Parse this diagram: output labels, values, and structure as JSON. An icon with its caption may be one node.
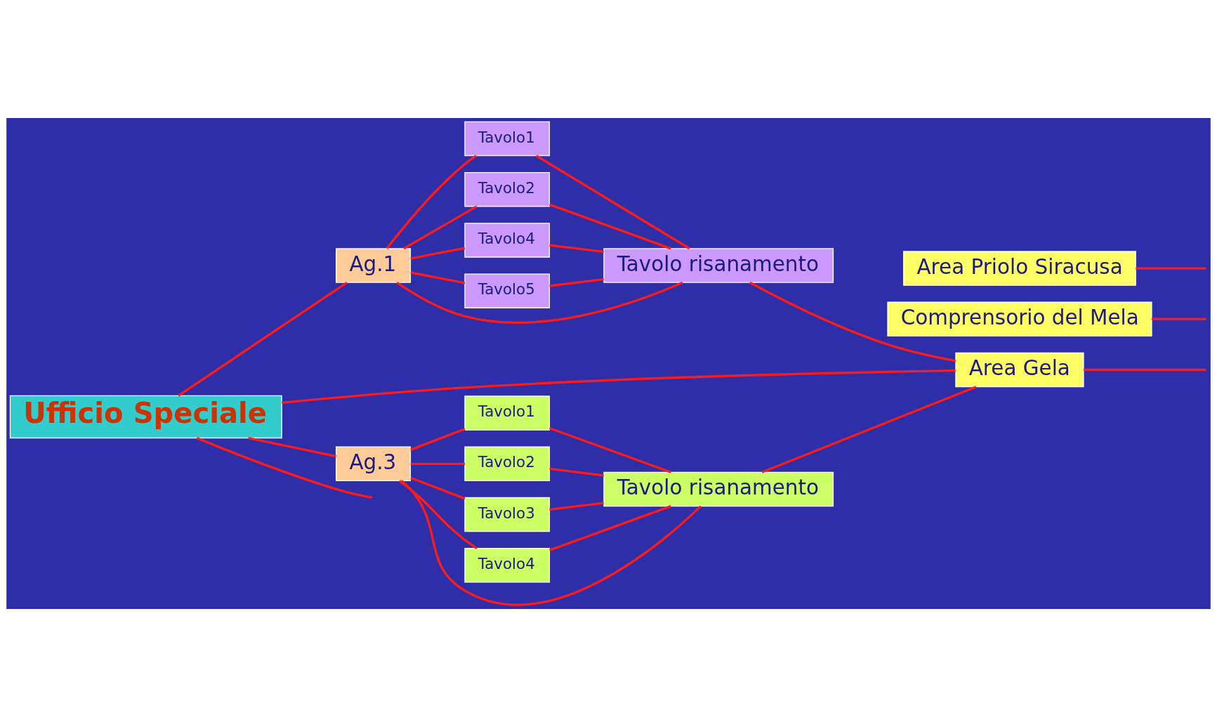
{
  "diagram": {
    "nodes": [
      {
        "text": [
          "Ufficio Speciale"
        ]
      },
      {
        "text": [
          "Ag.1"
        ]
      },
      {
        "text": [
          "Tavolo1"
        ]
      },
      {
        "text": [
          "Tavolo2"
        ]
      },
      {
        "text": [
          "Tavolo4"
        ]
      },
      {
        "text": [
          "Tavolo5"
        ]
      },
      {
        "text": [
          "Tavolo risanamento"
        ]
      },
      {
        "text": [
          "Area Gela"
        ]
      },
      {
        "text": [
          "Comprensorio del Mela"
        ]
      },
      {
        "text": [
          "Area Priolo Siracusa"
        ]
      },
      {
        "text": [
          "Ag.3"
        ]
      },
      {
        "text": [
          "Tavolo1"
        ]
      },
      {
        "text": [
          "Tavolo2"
        ]
      },
      {
        "text": [
          "Tavolo3"
        ]
      },
      {
        "text": [
          "Tavolo4"
        ]
      },
      {
        "text": [
          "Tavolo risanamento"
        ]
      }
    ],
    "edges": [
      {
        "from": 0,
        "to": null,
        "arrow": "none"
      },
      {
        "from": 0,
        "to": 1,
        "arrow": "none"
      },
      {
        "from": 0,
        "to": 10,
        "arrow": "none"
      },
      {
        "from": 0,
        "to": 7,
        "arrow": "none"
      },
      {
        "from": 1,
        "to": 2,
        "arrow": "none"
      },
      {
        "from": 1,
        "to": 3,
        "arrow": "none"
      },
      {
        "from": 1,
        "to": 4,
        "arrow": "none"
      },
      {
        "from": 1,
        "to": 5,
        "arrow": "none"
      },
      {
        "from": 1,
        "to": 6,
        "arrow": "none"
      },
      {
        "from": 2,
        "to": 6,
        "arrow": "none"
      },
      {
        "from": 3,
        "to": 6,
        "arrow": "none"
      },
      {
        "from": 4,
        "to": 6,
        "arrow": "none"
      },
      {
        "from": 5,
        "to": 6,
        "arrow": "none"
      },
      {
        "from": 6,
        "to": 7,
        "arrow": "none"
      },
      {
        "from": 10,
        "to": 11,
        "arrow": "none"
      },
      {
        "from": 10,
        "to": 12,
        "arrow": "none"
      },
      {
        "from": 10,
        "to": 13,
        "arrow": "none"
      },
      {
        "from": 10,
        "to": 14,
        "arrow": "none"
      },
      {
        "from": 10,
        "to": 15,
        "arrow": "none"
      },
      {
        "from": 11,
        "to": 15,
        "arrow": "none"
      },
      {
        "from": 12,
        "to": 15,
        "arrow": "none"
      },
      {
        "from": 13,
        "to": 15,
        "arrow": "none"
      },
      {
        "from": 14,
        "to": 15,
        "arrow": "none"
      },
      {
        "from": 15,
        "to": 7,
        "arrow": "none"
      },
      {
        "from": 7,
        "to": null,
        "arrow": "none"
      },
      {
        "from": 8,
        "to": null,
        "arrow": "none"
      },
      {
        "from": 9,
        "to": null,
        "arrow": "none"
      }
    ]
  }
}
